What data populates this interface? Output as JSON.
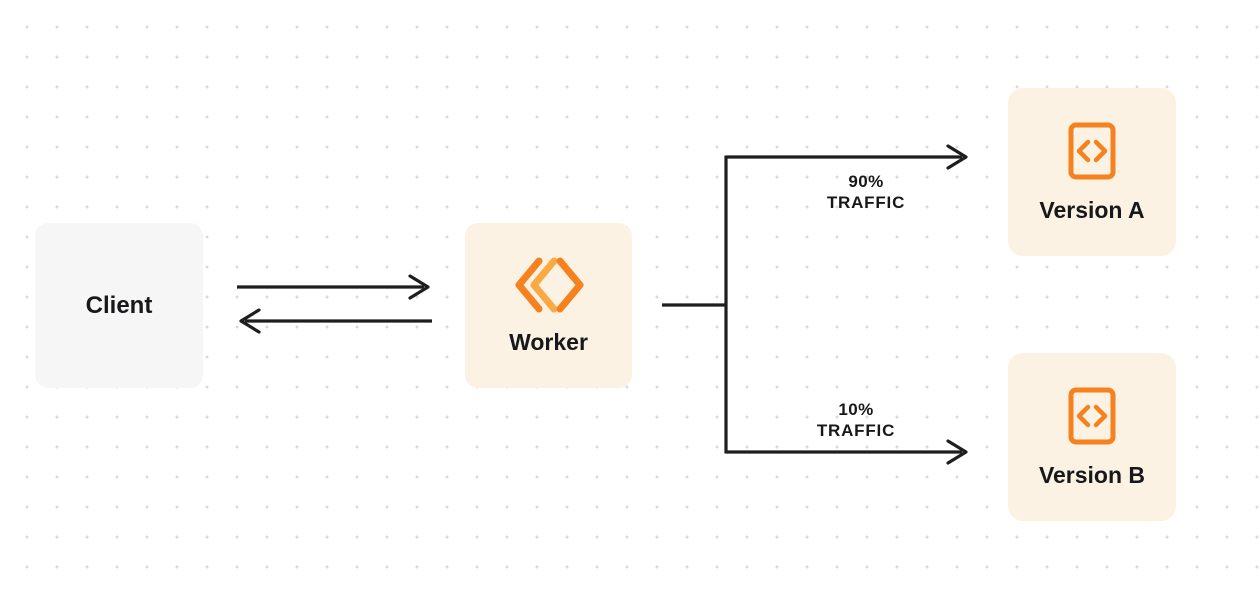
{
  "diagram": {
    "nodes": {
      "client": {
        "label": "Client"
      },
      "worker": {
        "label": "Worker"
      },
      "version_a": {
        "label": "Version A"
      },
      "version_b": {
        "label": "Version B"
      }
    },
    "branches": [
      {
        "percent": "90%",
        "label": "TRAFFIC",
        "target": "Version A"
      },
      {
        "percent": "10%",
        "label": "TRAFFIC",
        "target": "Version B"
      }
    ],
    "icons": {
      "worker": "cloudflare-workers-icon",
      "versions": "code-file-icon"
    },
    "colors": {
      "orange": "#F6821F",
      "orange_light": "#FBAA43",
      "cream": "#FCF2E3",
      "gray_box": "#F6F6F7",
      "line": "#1E1E1E",
      "text": "#17181A"
    }
  }
}
